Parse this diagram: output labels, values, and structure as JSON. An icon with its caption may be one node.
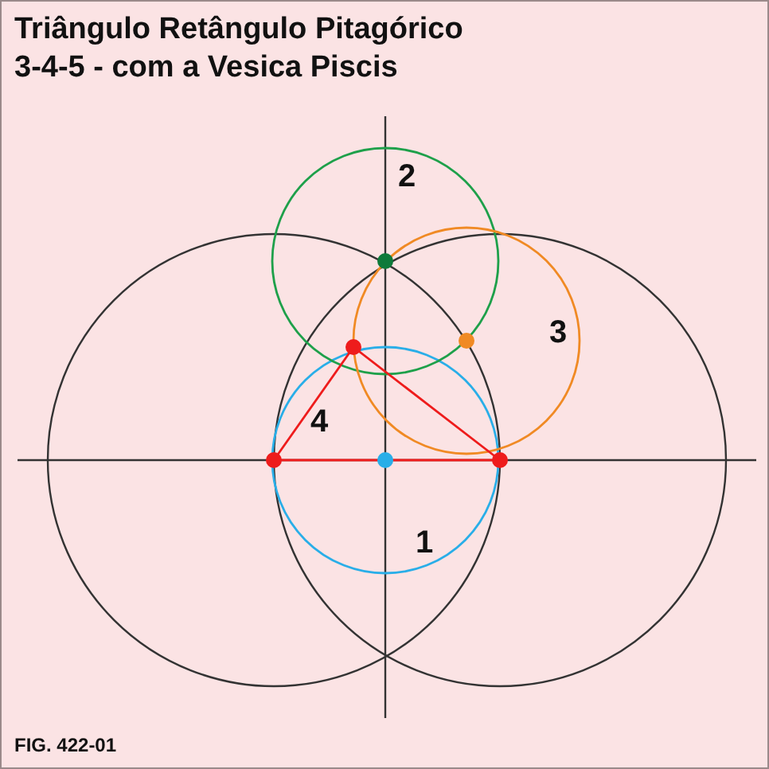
{
  "diagram": {
    "title": "Triângulo Retângulo Pitagórico 3-4-5 - com a Vesica Piscis",
    "labels": [
      "2",
      "3",
      "4",
      "1",
      "FIG. 422-01"
    ]
  }
}
